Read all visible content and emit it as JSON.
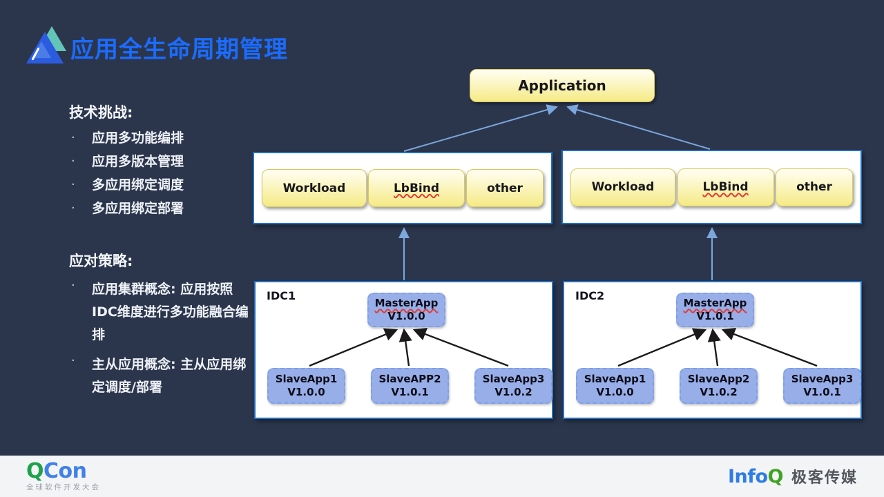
{
  "slide": {
    "title": "应用全生命周期管理",
    "sections": [
      {
        "heading": "技术挑战:",
        "items": [
          "应用多功能编排",
          "应用多版本管理",
          "多应用绑定调度",
          "多应用绑定部署"
        ]
      },
      {
        "heading": "应对策略:",
        "items": [
          "应用集群概念: 应用按照IDC维度进行多功能融合编排",
          "主从应用概念: 主从应用绑定调度/部署"
        ]
      }
    ]
  },
  "diagram": {
    "application_label": "Application",
    "clusters": [
      {
        "components": [
          "Workload",
          "LbBind",
          "other"
        ]
      },
      {
        "components": [
          "Workload",
          "LbBind",
          "other"
        ]
      }
    ],
    "idcs": [
      {
        "label": "IDC1",
        "master": {
          "name": "MasterApp",
          "version": "V1.0.0"
        },
        "slaves": [
          {
            "name": "SlaveApp1",
            "version": "V1.0.0"
          },
          {
            "name": "SlaveAPP2",
            "version": "V1.0.1"
          },
          {
            "name": "SlaveApp3",
            "version": "V1.0.2"
          }
        ]
      },
      {
        "label": "IDC2",
        "master": {
          "name": "MasterApp",
          "version": "V1.0.1"
        },
        "slaves": [
          {
            "name": "SlaveApp1",
            "version": "V1.0.0"
          },
          {
            "name": "SlaveApp2",
            "version": "V1.0.2"
          },
          {
            "name": "SlaveApp3",
            "version": "V1.0.1"
          }
        ]
      }
    ]
  },
  "footer": {
    "qcon_q": "Q",
    "qcon_con": "Con",
    "qcon_subtitle": "全球软件开发大会",
    "infoq_info": "Info",
    "infoq_q": "Q",
    "infoq_brand": "极客传媒"
  },
  "colors": {
    "background": "#2b364d",
    "title_accent": "#1b6cff",
    "yellow_box": "#f5ea85",
    "blue_node": "#98aee9",
    "container_border": "#1f6fc4",
    "footer_background": "#f3f4f6",
    "qcon_green": "#1fa14d",
    "qcon_blue": "#4080e8",
    "arrow_blue": "#7ca7dd",
    "arrow_black": "#1a1a1a"
  }
}
